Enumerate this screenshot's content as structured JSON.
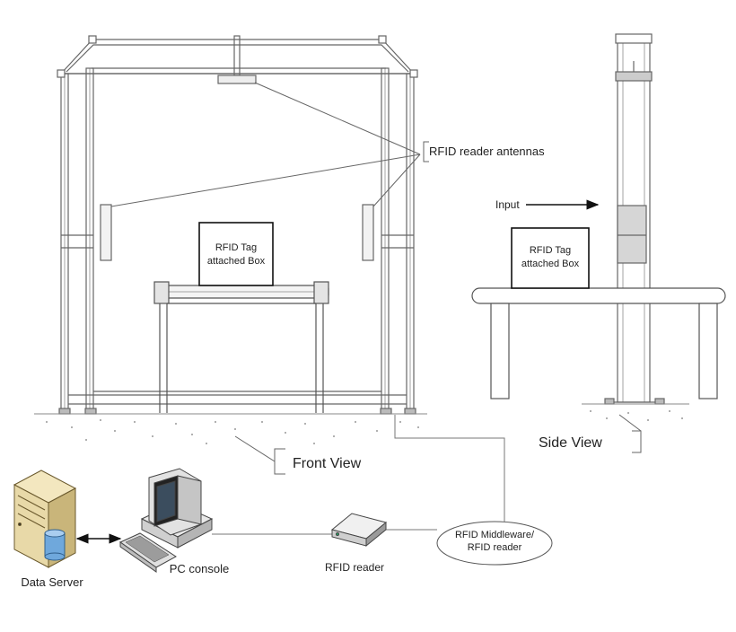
{
  "labels": {
    "antennas": "RFID reader antennas",
    "box_front_line1": "RFID Tag",
    "box_front_line2": "attached Box",
    "box_side_line1": "RFID Tag",
    "box_side_line2": "attached Box",
    "input": "Input",
    "front_view": "Front View",
    "side_view": "Side View",
    "middleware_line1": "RFID Middleware/",
    "middleware_line2": "RFID reader",
    "rfid_reader": "RFID reader",
    "pc_console": "PC console",
    "data_server": "Data Server"
  },
  "colors": {
    "line": "#555555",
    "frame": "#666666",
    "server_body": "#e8d9a8",
    "server_shade": "#c9b57a",
    "disk": "#6fa8dc",
    "pc_beige": "#e9e9e9"
  },
  "icons": [
    "server-icon",
    "database-icon",
    "computer-icon",
    "keyboard-icon",
    "rfid-reader-device-icon",
    "arrow-right-icon",
    "double-arrow-icon"
  ]
}
